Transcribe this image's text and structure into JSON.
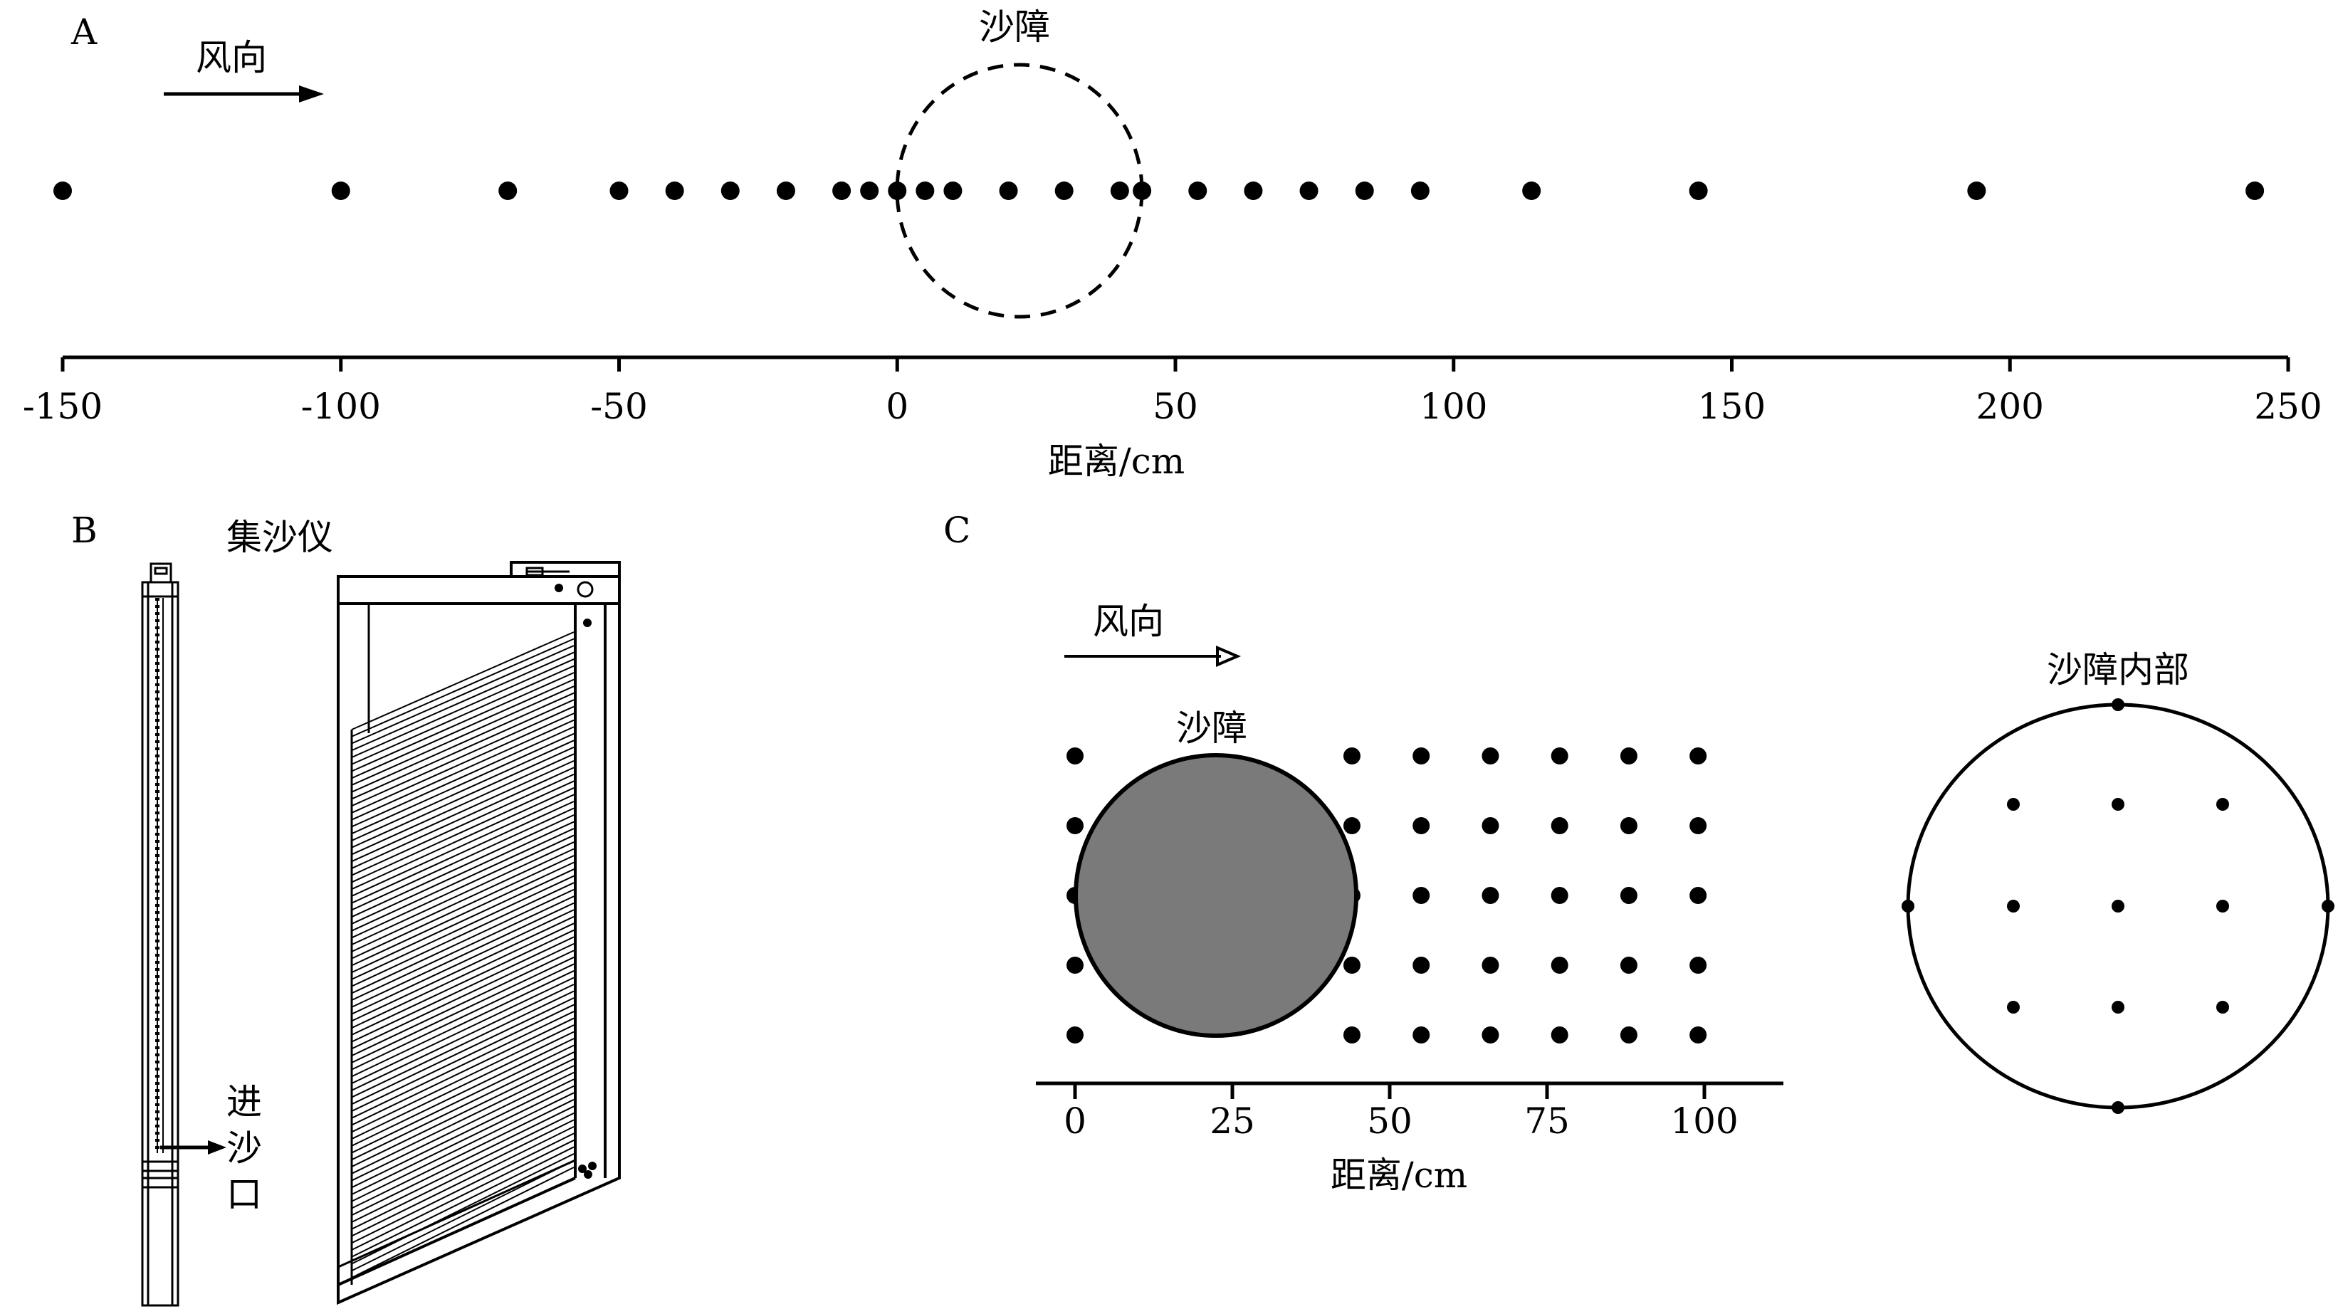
{
  "panel_a": {
    "letter": "A",
    "wind_label": "风向",
    "barrier_label": "沙障",
    "axis_label": "距离/cm",
    "ticks": [
      -150,
      -100,
      -50,
      0,
      50,
      100,
      150,
      200,
      250
    ],
    "points_cm": [
      -150,
      -100,
      -70,
      -50,
      -40,
      -30,
      -20,
      -10,
      -5,
      0,
      5,
      10,
      20,
      30,
      40,
      44,
      54,
      64,
      74,
      84,
      94,
      114,
      144,
      194,
      244
    ],
    "barrier_span_cm": [
      0,
      44
    ]
  },
  "panel_b": {
    "letter": "B",
    "device_label": "集沙仪",
    "inlet_label_chars": [
      "进",
      "沙",
      "口"
    ]
  },
  "panel_c": {
    "letter": "C",
    "wind_label": "风向",
    "barrier_label": "沙障",
    "axis_label": "距离/cm",
    "ticks": [
      0,
      25,
      50,
      75,
      100
    ],
    "grid_columns_cm": [
      0,
      44,
      55,
      66,
      77,
      88,
      99
    ],
    "grid_rows": 5,
    "barrier_span_cm": [
      0,
      44
    ],
    "interior_label": "沙障内部"
  }
}
